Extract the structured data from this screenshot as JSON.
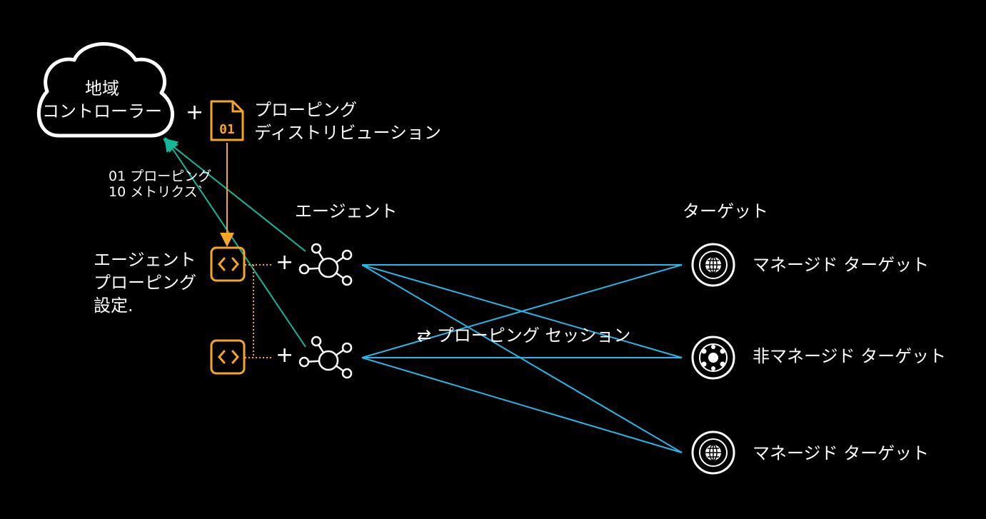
{
  "colors": {
    "background": "#000000",
    "foreground": "#ffffff",
    "accent_orange": "#f5a623",
    "accent_teal": "#13b89a",
    "accent_cyan": "#29b6e8"
  },
  "controller": {
    "line1": "地域",
    "line2": "コントローラー",
    "icon": "cloud-icon"
  },
  "plus_symbol": "+",
  "distribution": {
    "line1": "プローピング",
    "line2": "ディストリビューション",
    "icon": "binary-file-icon",
    "icon_text": "01"
  },
  "metrics": {
    "line1": "01 プローピング",
    "line2": "10 メトリクス`"
  },
  "agents_header": "エージェント",
  "targets_header": "ターゲット",
  "agent_config": {
    "line1": "エージェント",
    "line2": "プローピング",
    "line3": "設定.",
    "icon": "code-brackets-icon"
  },
  "agent_icon": "hub-network-icon",
  "session_label": "⇄ プローピング セッション",
  "targets": [
    {
      "label": "マネージド ターゲット",
      "icon": "globe-icon"
    },
    {
      "label": "非マネージド ターゲット",
      "icon": "unmanaged-network-globe-icon"
    },
    {
      "label": "マネージド ターゲット",
      "icon": "globe-icon"
    }
  ]
}
